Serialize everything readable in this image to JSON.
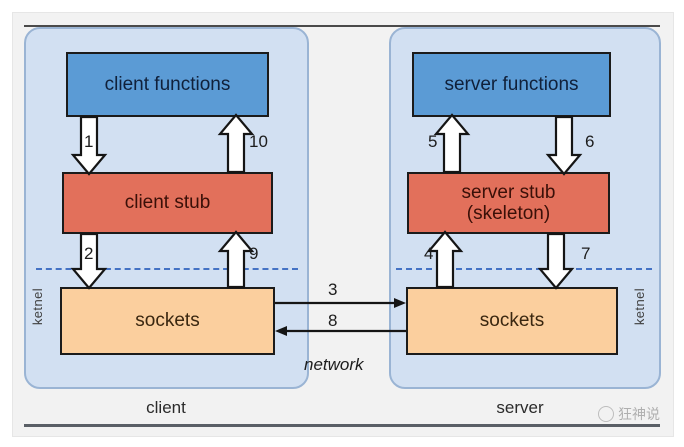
{
  "diagram": {
    "title": "RPC client-server stub and sockets flow",
    "colors": {
      "panel_bg": "#d2e0f2",
      "panel_border": "#9ab4d4",
      "functions_box": "#5b9bd5",
      "stub_box": "#e2705b",
      "sockets_box": "#fbcf9e",
      "kernel_divider": "#4472c4",
      "arrow_fill": "#ffffff",
      "arrow_stroke": "#151515"
    },
    "client": {
      "panel_label": "client",
      "kernel_label": "ketnel",
      "boxes": {
        "functions": "client functions",
        "stub": "client stub",
        "sockets": "sockets"
      }
    },
    "server": {
      "panel_label": "server",
      "kernel_label": "ketnel",
      "boxes": {
        "functions": "server functions",
        "stub_line1": "server stub",
        "stub_line2": "(skeleton)",
        "sockets": "sockets"
      }
    },
    "network": {
      "label": "network",
      "request_step": "3",
      "reply_step": "8"
    },
    "steps": [
      {
        "id": "1",
        "label": "1",
        "from": "client functions",
        "to": "client stub",
        "direction": "down"
      },
      {
        "id": "2",
        "label": "2",
        "from": "client stub",
        "to": "sockets",
        "direction": "down"
      },
      {
        "id": "3",
        "label": "3",
        "from": "client sockets",
        "to": "server sockets",
        "direction": "right"
      },
      {
        "id": "4",
        "label": "4",
        "from": "server sockets",
        "to": "server stub",
        "direction": "up"
      },
      {
        "id": "5",
        "label": "5",
        "from": "server stub",
        "to": "server functions",
        "direction": "up"
      },
      {
        "id": "6",
        "label": "6",
        "from": "server functions",
        "to": "server stub",
        "direction": "down"
      },
      {
        "id": "7",
        "label": "7",
        "from": "server stub",
        "to": "server sockets",
        "direction": "down"
      },
      {
        "id": "8",
        "label": "8",
        "from": "server sockets",
        "to": "client sockets",
        "direction": "left"
      },
      {
        "id": "9",
        "label": "9",
        "from": "client sockets",
        "to": "client stub",
        "direction": "up"
      },
      {
        "id": "10",
        "label": "10",
        "from": "client stub",
        "to": "client functions",
        "direction": "up"
      }
    ],
    "watermark": {
      "text": "狂神说"
    }
  }
}
